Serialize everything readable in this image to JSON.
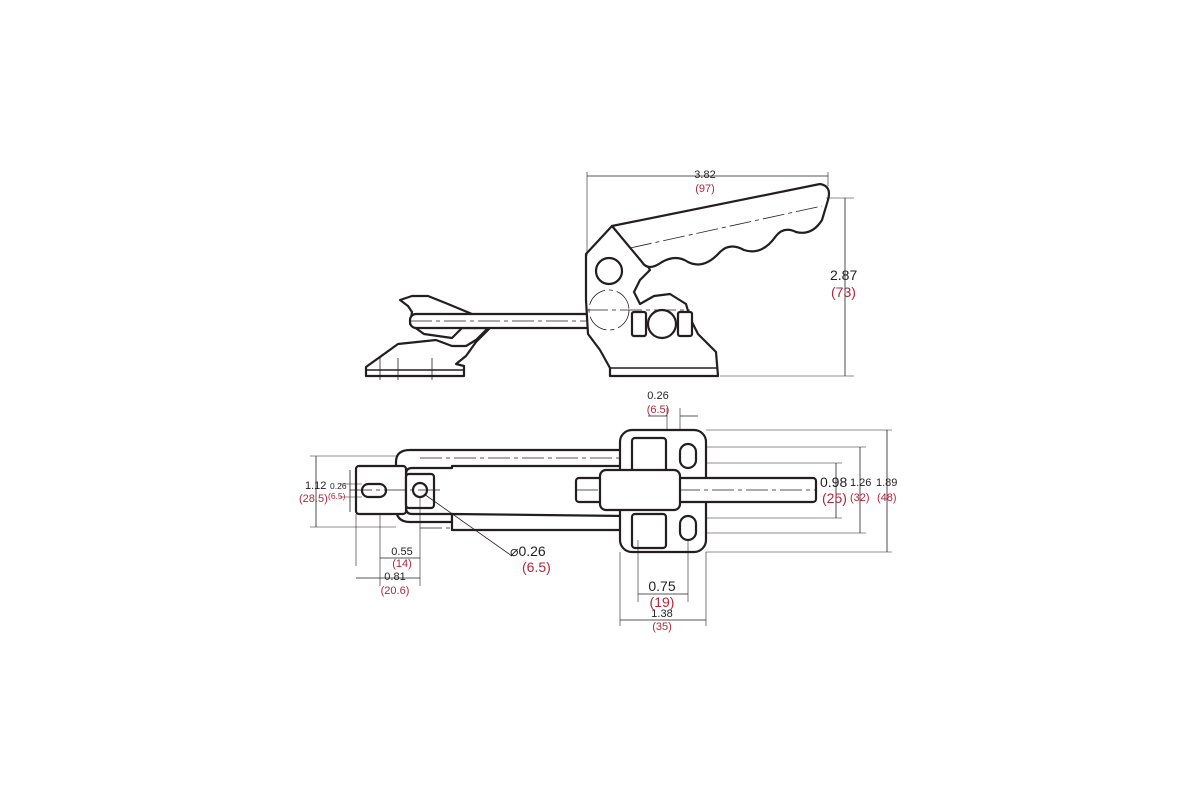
{
  "dimensions": {
    "overall_length": {
      "inch": "3.82",
      "mm": "(97)"
    },
    "overall_height": {
      "inch": "2.87",
      "mm": "(73)"
    },
    "bolt_width": {
      "inch": "0.26",
      "mm": "(6.5)"
    },
    "base_width_a": {
      "inch": "0.98",
      "mm": "(25)"
    },
    "base_width_b": {
      "inch": "1.26",
      "mm": "(32)"
    },
    "base_width_c": {
      "inch": "1.89",
      "mm": "(48)"
    },
    "hook_width": {
      "inch": "1.12",
      "mm": "(28.5)"
    },
    "slot_width": {
      "inch": "0.26",
      "mm": "(6.5)"
    },
    "hole_diameter": {
      "symbol": "⌀",
      "inch": "0.26",
      "mm": "(6.5)"
    },
    "hook_offset_a": {
      "inch": "0.55",
      "mm": "(14)"
    },
    "hook_offset_b": {
      "inch": "0.81",
      "mm": "(20.6)"
    },
    "base_hole_spacing": {
      "inch": "0.75",
      "mm": "(19)"
    },
    "base_length": {
      "inch": "1.38",
      "mm": "(35)"
    }
  }
}
